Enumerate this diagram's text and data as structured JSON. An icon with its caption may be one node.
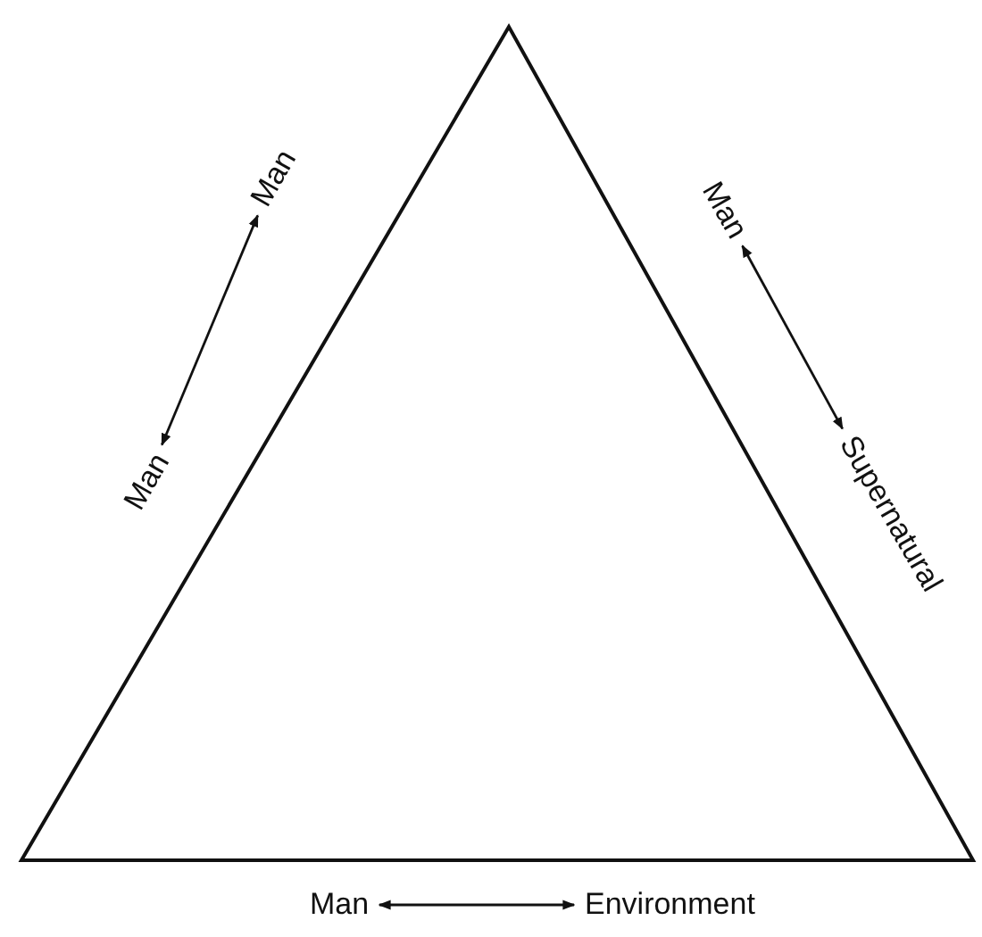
{
  "diagram": {
    "nodes": [
      {
        "text": [
          "Man"
        ]
      },
      {
        "text": [
          "Man"
        ]
      },
      {
        "text": [
          "Man"
        ]
      },
      {
        "text": [
          "Supernatural"
        ]
      },
      {
        "text": [
          "Man"
        ]
      },
      {
        "text": [
          "Environment"
        ]
      }
    ],
    "edges": [
      {
        "from": 0,
        "to": 1,
        "arrow": "both"
      },
      {
        "from": 2,
        "to": 3,
        "arrow": "both"
      },
      {
        "from": 4,
        "to": 5,
        "arrow": "both"
      }
    ]
  }
}
